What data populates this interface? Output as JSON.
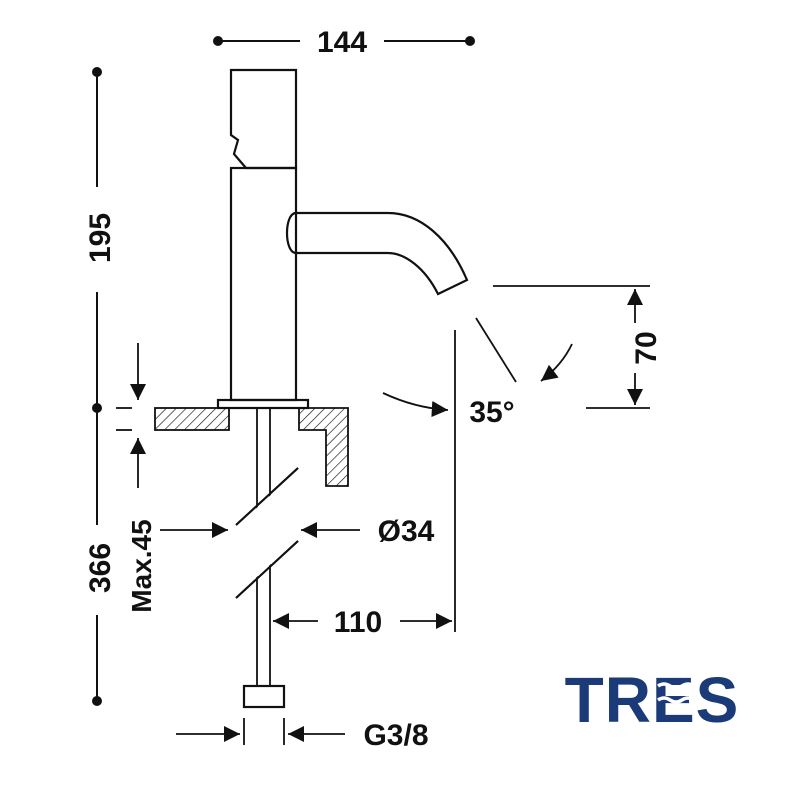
{
  "dimensions": {
    "width_top": "144",
    "height_upper": "195",
    "height_total": "366",
    "max_thickness": "Max.45",
    "diameter": "Ø34",
    "reach": "110",
    "spout_height": "70",
    "angle": "35°",
    "connection": "G3/8"
  },
  "brand": {
    "name": "TRES",
    "color": "#1a3a78"
  },
  "colors": {
    "line": "#111111",
    "hatch": "#111111"
  }
}
